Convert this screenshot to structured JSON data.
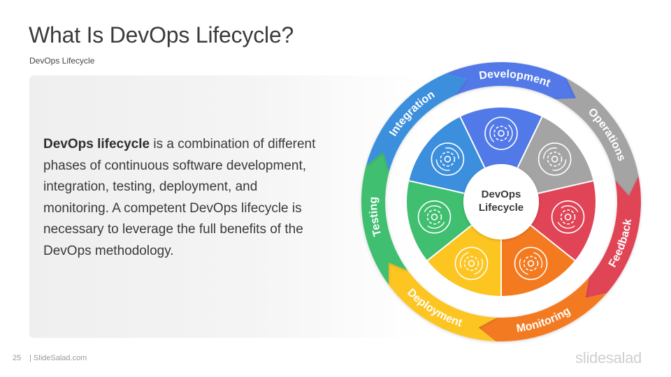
{
  "slide": {
    "title": "What Is DevOps Lifecycle?",
    "subtitle": "DevOps Lifecycle",
    "body_bold": "DevOps lifecycle",
    "body_rest": " is a combination of different phases of continuous software development, integration, testing, deployment, and monitoring. A competent DevOps lifecycle is necessary to leverage the full benefits of the DevOps methodology."
  },
  "diagram": {
    "center_line1": "DevOps",
    "center_line2": "Lifecycle",
    "phases": [
      {
        "label": "Development",
        "color": "#5279e8",
        "icon": "code-gear-icon"
      },
      {
        "label": "Operations",
        "color": "#a4a4a4",
        "icon": "gear-cycle-icon"
      },
      {
        "label": "Feedback",
        "color": "#e04456",
        "icon": "chat-feedback-icon"
      },
      {
        "label": "Monitoring",
        "color": "#f47a20",
        "icon": "eye-monitor-icon"
      },
      {
        "label": "Deployment",
        "color": "#fcc520",
        "icon": "rocket-deploy-icon"
      },
      {
        "label": "Testing",
        "color": "#3fbf6f",
        "icon": "test-gear-icon"
      },
      {
        "label": "Integration",
        "color": "#3b8fdd",
        "icon": "network-integration-icon"
      }
    ]
  },
  "footer": {
    "page_number": "25",
    "site": "| SlideSalad.com",
    "brand": "slidesalad"
  }
}
